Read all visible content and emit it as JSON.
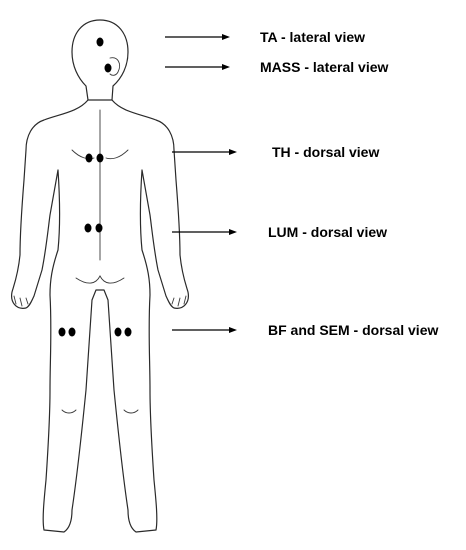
{
  "labels": {
    "ta": "TA - lateral view",
    "mass": "MASS - lateral view",
    "th": "TH -  dorsal view",
    "lum": "LUM - dorsal view",
    "bf_sem": "BF and SEM  - dorsal view"
  },
  "colors": {
    "electrode": "#000000",
    "outline": "#2a2a2a",
    "background": "#ffffff"
  }
}
